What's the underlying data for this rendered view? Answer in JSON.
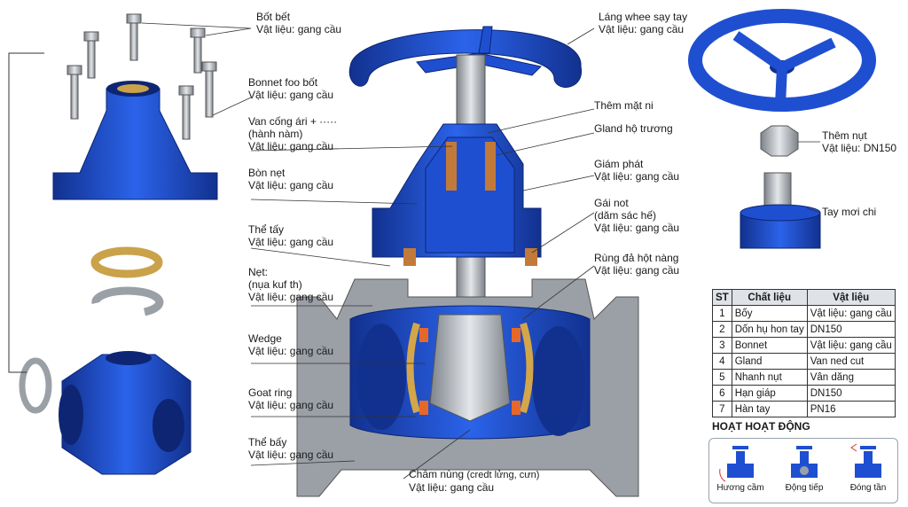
{
  "labels": {
    "bolt": {
      "title": "Bốt bết",
      "material": "Vật liệu: gang cầu"
    },
    "bonnet_bolt": {
      "title": "Bonnet foo bốt",
      "material": "Vật liệu: gang cầu"
    },
    "gate_stem": {
      "title": "Van cống ári + ·····",
      "title2": "(hành nàm)",
      "material": "Vật liệu: gang cầu"
    },
    "bonnet": {
      "title": "Bòn nẹt",
      "material": "Vật liệu: gang cầu"
    },
    "body_upper": {
      "title": "Thể tấy",
      "material": "Vật liệu: gang cầu"
    },
    "nut_pack": {
      "title": "Nẹt:",
      "title2": "(nụa kuf th)",
      "material": "Vật liệu: gang cầu"
    },
    "wedge": {
      "title": "Wedge",
      "material": "Vật liệu: gang cầu"
    },
    "seat_ring": {
      "title": "Goat ring",
      "material": "Vật liệu: gang cầu"
    },
    "body_lower": {
      "title": "Thể bấy",
      "material": "Vật liệu: gang cầu"
    },
    "bottom": {
      "title": "Chầm nùng",
      "title_suffix": "(credt lửng, cưn)",
      "material": "Vật liệu: gang cầu"
    },
    "handwheel": {
      "title": "Láng whee sạy tay",
      "material": "Vật liệu: gang cầu"
    },
    "top_nut": {
      "title": "Thêm mặt ni"
    },
    "gland": {
      "title": "Gland hộ trương"
    },
    "reducer": {
      "title": "Giám phát",
      "material": "Vật liệu: gang cầu"
    },
    "gasket": {
      "title": "Gái not",
      "title2": "(dăm sác hế)",
      "material": "Vật liệu: gang cầu"
    },
    "seat": {
      "title": "Rùng đả hột nàng",
      "material": "Vật liệu: gang cầu"
    },
    "ext_nut": {
      "title": "Thêm nụt",
      "material": "Vật liệu: DN150"
    },
    "ext_handle": {
      "title": "Tay mơi chi"
    }
  },
  "bom": {
    "headers": [
      "ST",
      "Chất liệu",
      "Vật liệu"
    ],
    "rows": [
      [
        "1",
        "Bốy",
        "Vật liệu: gang cầu"
      ],
      [
        "2",
        "Dốn hụ hon tay",
        "DN150"
      ],
      [
        "3",
        "Bonnet",
        "Vật liệu: gang cầu"
      ],
      [
        "4",
        "Gland",
        "Van ned cut"
      ],
      [
        "5",
        "Nhanh nụt",
        "Vân dăng"
      ],
      [
        "6",
        "Hạn giáp",
        "DN150"
      ],
      [
        "7",
        "Hàn tay",
        "PN16"
      ]
    ]
  },
  "operation": {
    "title": "HOẠT HOẠT ĐỘNG",
    "captions": [
      "Hương cầm",
      "Động tiếp",
      "Đóng tần"
    ]
  },
  "colors": {
    "blue": "#1f4fd1",
    "blue_dark": "#12318f",
    "gray": "#9aa0a6",
    "brass": "#d4a64a"
  }
}
